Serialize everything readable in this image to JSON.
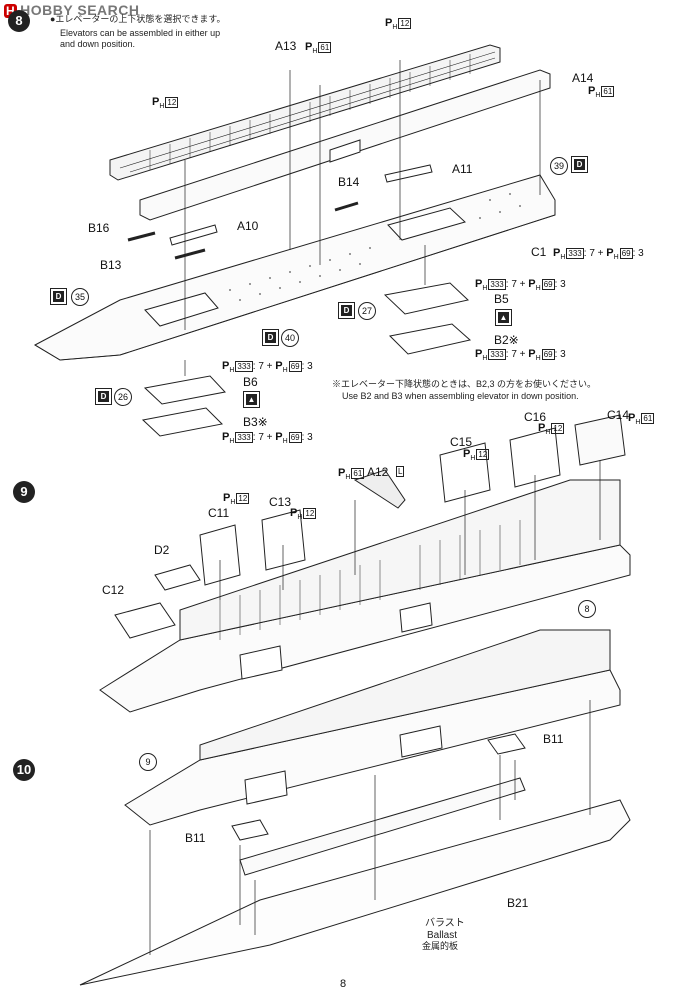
{
  "watermark": {
    "brand": "HOBBY SEARCH"
  },
  "step8": {
    "number": "8",
    "note_jp": "●エレベーターの上下状態を選択できます。",
    "note_en_1": "Elevators can be assembled in either up",
    "note_en_2": "and down position.",
    "parts": {
      "a13": "A13",
      "a14": "A14",
      "a11": "A11",
      "a10": "A10",
      "b14": "B14",
      "b16": "B16",
      "b13": "B13",
      "c1": "C1",
      "b5": "B5",
      "b2": "B2※",
      "b6": "B6",
      "b3": "B3※"
    },
    "paint": {
      "h12": "12",
      "h61": "61",
      "h333": "333",
      "h69": "69",
      "ratio_7": ": 7 +",
      "ratio_3": ": 3",
      "p": "P",
      "h": "H"
    },
    "decals": {
      "d39": "39",
      "d35": "35",
      "d40": "40",
      "d27": "27",
      "d26": "26",
      "d_letter": "D"
    },
    "elevator_note_jp": "※エレベーター下降状態のときは、B2,3 の方をお使いください。",
    "elevator_note_en": "Use B2 and B3 when assembling elevator in down position."
  },
  "step9": {
    "number": "9",
    "parts": {
      "a12": "A12",
      "c11": "C11",
      "c13": "C13",
      "c15": "C15",
      "c16": "C16",
      "c14": "C14",
      "d2": "D2",
      "c12": "C12"
    },
    "ref": "8",
    "l_code": "L"
  },
  "step10": {
    "number": "10",
    "ref": "9",
    "parts": {
      "b11_top": "B11",
      "b11_left": "B11",
      "b21": "B21"
    },
    "ballast_jp": "バラスト",
    "ballast_en": "Ballast",
    "ballast_sub": "金属的板"
  },
  "page_number": "8"
}
